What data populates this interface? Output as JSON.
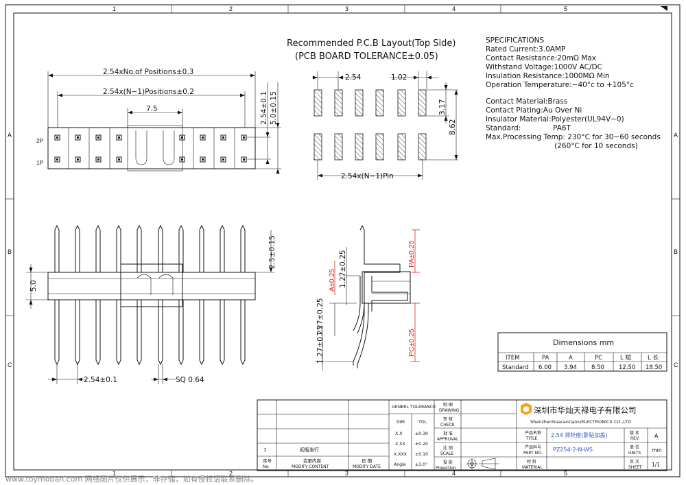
{
  "zones": {
    "columns": [
      "1",
      "2",
      "3",
      "4",
      "5"
    ],
    "rows": [
      "A",
      "B",
      "C"
    ]
  },
  "top_view": {
    "dim_positions": "2.54xNo.of Positions±0.3",
    "dim_n_minus_1": "2.54x(N−1)Positions±0.2",
    "dim_7_5": "7.5",
    "dim_2_54_01": "2.54±0.1",
    "dim_5_0_015": "5.0±0.15",
    "row_label_2p": "2P",
    "row_label_1p": "1P"
  },
  "pcb_layout": {
    "title_line1": "Recommended P.C.B Layout(Top Side)",
    "title_line2": "(PCB BOARD TOLERANCE±0.05)",
    "dim_pitch": "2.54",
    "dim_pad_width": "1.02",
    "dim_pad_length": "3.17",
    "dim_row_span": "8.62",
    "dim_pin_span": "2.54x(N−1)Pin"
  },
  "specs": [
    "SPECIFICATIONS",
    "Rated Current:3.0AMP",
    "Contact Resistance:20mΩ  Max",
    "Withstand Voltage:1000V AC/DC",
    "Insulation Resistance:1000MΩ Min",
    "Operation Temperature:−40°c to +105°c",
    "",
    "Contact Material:Brass",
    "Contact Plating:Au Over Ni",
    "Insulator Material:Polyester(UL94V−0)",
    "Standard:              PA6T",
    "Max.Processing Temp: 230°C for 30−60 seconds",
    "                              (260°C for 10 seconds)"
  ],
  "front_view": {
    "dim_height": "5.0",
    "dim_tail": "2.5±0.15",
    "dim_pitch": "2.54±0.1",
    "dim_sq": "SQ 0.64"
  },
  "side_view": {
    "dim_a": "A±0.25",
    "dim_127_top": "1.27±0.25",
    "dim_127_left": "1.27±0.25",
    "dim_127_bottom": "1.27±0.25",
    "dim_pa": "PA±0.25",
    "dim_pc": "PC±0.25"
  },
  "dimensions_table": {
    "title": "Dimensions mm",
    "headers": [
      "ITEM",
      "PA",
      "A",
      "PC",
      "L 短",
      "L 长"
    ],
    "row": [
      "Standard",
      "6.00",
      "3.94",
      "8.50",
      "12.50",
      "18.50"
    ]
  },
  "title_block": {
    "tolerance_header": "GENERL TOLERANCE",
    "tol_cols": [
      "DIM",
      "TOL"
    ],
    "tol_rows": [
      [
        "X.X",
        "±0.30"
      ],
      [
        "X.XX",
        "±0.20"
      ],
      [
        "X.XXX",
        "±0.10"
      ],
      [
        "Angle",
        "±3.0°"
      ]
    ],
    "role_labels": [
      [
        "制 图",
        "DRAWING"
      ],
      [
        "审 核",
        "CHECK"
      ],
      [
        "批 准",
        "APPROVAL"
      ],
      [
        "比 例",
        "SCALE"
      ],
      [
        "投 影",
        "Projection"
      ]
    ],
    "company_cn": "深圳市华灿天禄电子有限公司",
    "company_en": "ShenzhenhuacantianluELECTRONICS CO.,LTD",
    "title_label": [
      "产品名称",
      "TITLE"
    ],
    "title_value": "2.54 排针座(卧贴加盖)",
    "part_label": [
      "产品料号",
      "PART NO."
    ],
    "part_value": "PZ254-2-N-WS",
    "material_label": [
      "材 料",
      "MATERIAL"
    ],
    "rev_label": [
      "版 本",
      "REV."
    ],
    "rev_value": "A",
    "units_label": [
      "单 位",
      "UNITS"
    ],
    "units_value": "mm",
    "sheet_label": [
      "页 次",
      "SHEET"
    ],
    "sheet_value": "1/1",
    "rev_history_no": "1",
    "rev_history_content": "初版发行",
    "rev_headers": [
      [
        "序号",
        "No."
      ],
      [
        "变更内容",
        "MODIFY CONTENT"
      ],
      [
        "日 期",
        "MODIFY DATE"
      ]
    ]
  },
  "watermark": "www.toymoban.com 网络图片仅供展示，非存储，如有侵权请联系删除。"
}
